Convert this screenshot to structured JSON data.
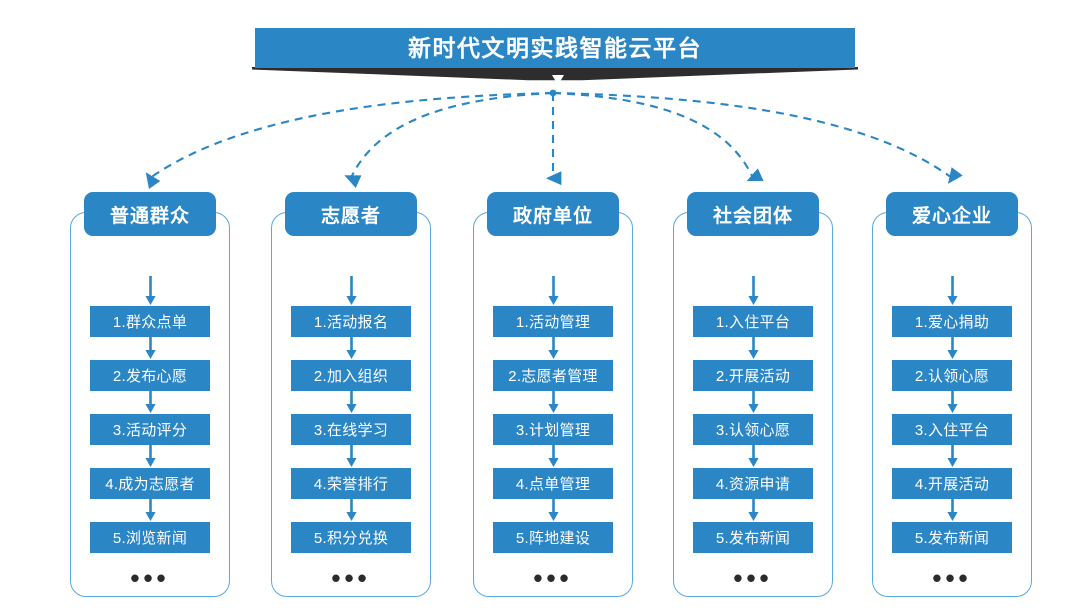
{
  "banner": {
    "title": "新时代文明实践智能云平台",
    "bg_color": "#2b86c5",
    "ribbon_color": "#2d2d2d",
    "chevron_icon": "chevron-down-icon"
  },
  "theme": {
    "primary": "#2b86c5",
    "frame_border": "#5aa9dc",
    "arrow": "#2b86c5",
    "dashed_link": "#2b86c5",
    "text_on_primary": "#ffffff",
    "dots": "#2b2b2b"
  },
  "columns": [
    {
      "id": "general-public",
      "title": "普通群众",
      "items": [
        "1.群众点单",
        "2.发布心愿",
        "3.活动评分",
        "4.成为志愿者",
        "5.浏览新闻"
      ],
      "more": "•••"
    },
    {
      "id": "volunteer",
      "title": "志愿者",
      "items": [
        "1.活动报名",
        "2.加入组织",
        "3.在线学习",
        "4.荣誉排行",
        "5.积分兑换"
      ],
      "more": "•••"
    },
    {
      "id": "government-unit",
      "title": "政府单位",
      "items": [
        "1.活动管理",
        "2.志愿者管理",
        "3.计划管理",
        "4.点单管理",
        "5.阵地建设"
      ],
      "more": "•••"
    },
    {
      "id": "social-group",
      "title": "社会团体",
      "items": [
        "1.入住平台",
        "2.开展活动",
        "3.认领心愿",
        "4.资源申请",
        "5.发布新闻"
      ],
      "more": "•••"
    },
    {
      "id": "charity-enterprise",
      "title": "爱心企业",
      "items": [
        "1.爱心捐助",
        "2.认领心愿",
        "3.入住平台",
        "4.开展活动",
        "5.发布新闻"
      ],
      "more": "•••"
    }
  ]
}
